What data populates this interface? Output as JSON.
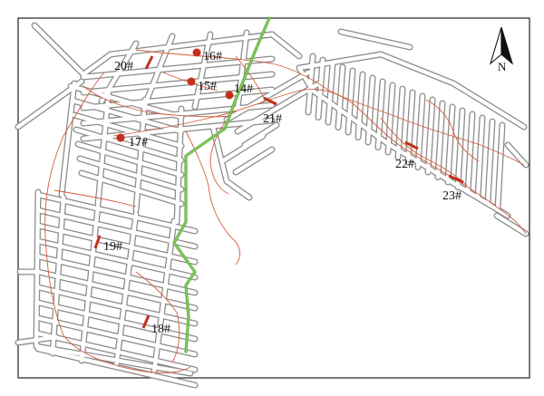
{
  "map": {
    "north_label": "N",
    "colors": {
      "main_line": "#5fae3b",
      "pipe_network": "#d35a3c",
      "station_marker": "#c2301c",
      "roads": "#8d8d8d"
    },
    "icons": {
      "compass": "north-arrow-icon"
    },
    "stations": [
      {
        "id": "14#",
        "marker": "dot"
      },
      {
        "id": "15#",
        "marker": "dot"
      },
      {
        "id": "16#",
        "marker": "dot"
      },
      {
        "id": "17#",
        "marker": "dot"
      },
      {
        "id": "18#",
        "marker": "bar"
      },
      {
        "id": "19#",
        "marker": "bar"
      },
      {
        "id": "20#",
        "marker": "bar"
      },
      {
        "id": "21#",
        "marker": "bar"
      },
      {
        "id": "22#",
        "marker": "bar"
      },
      {
        "id": "23#",
        "marker": "bar"
      }
    ]
  }
}
